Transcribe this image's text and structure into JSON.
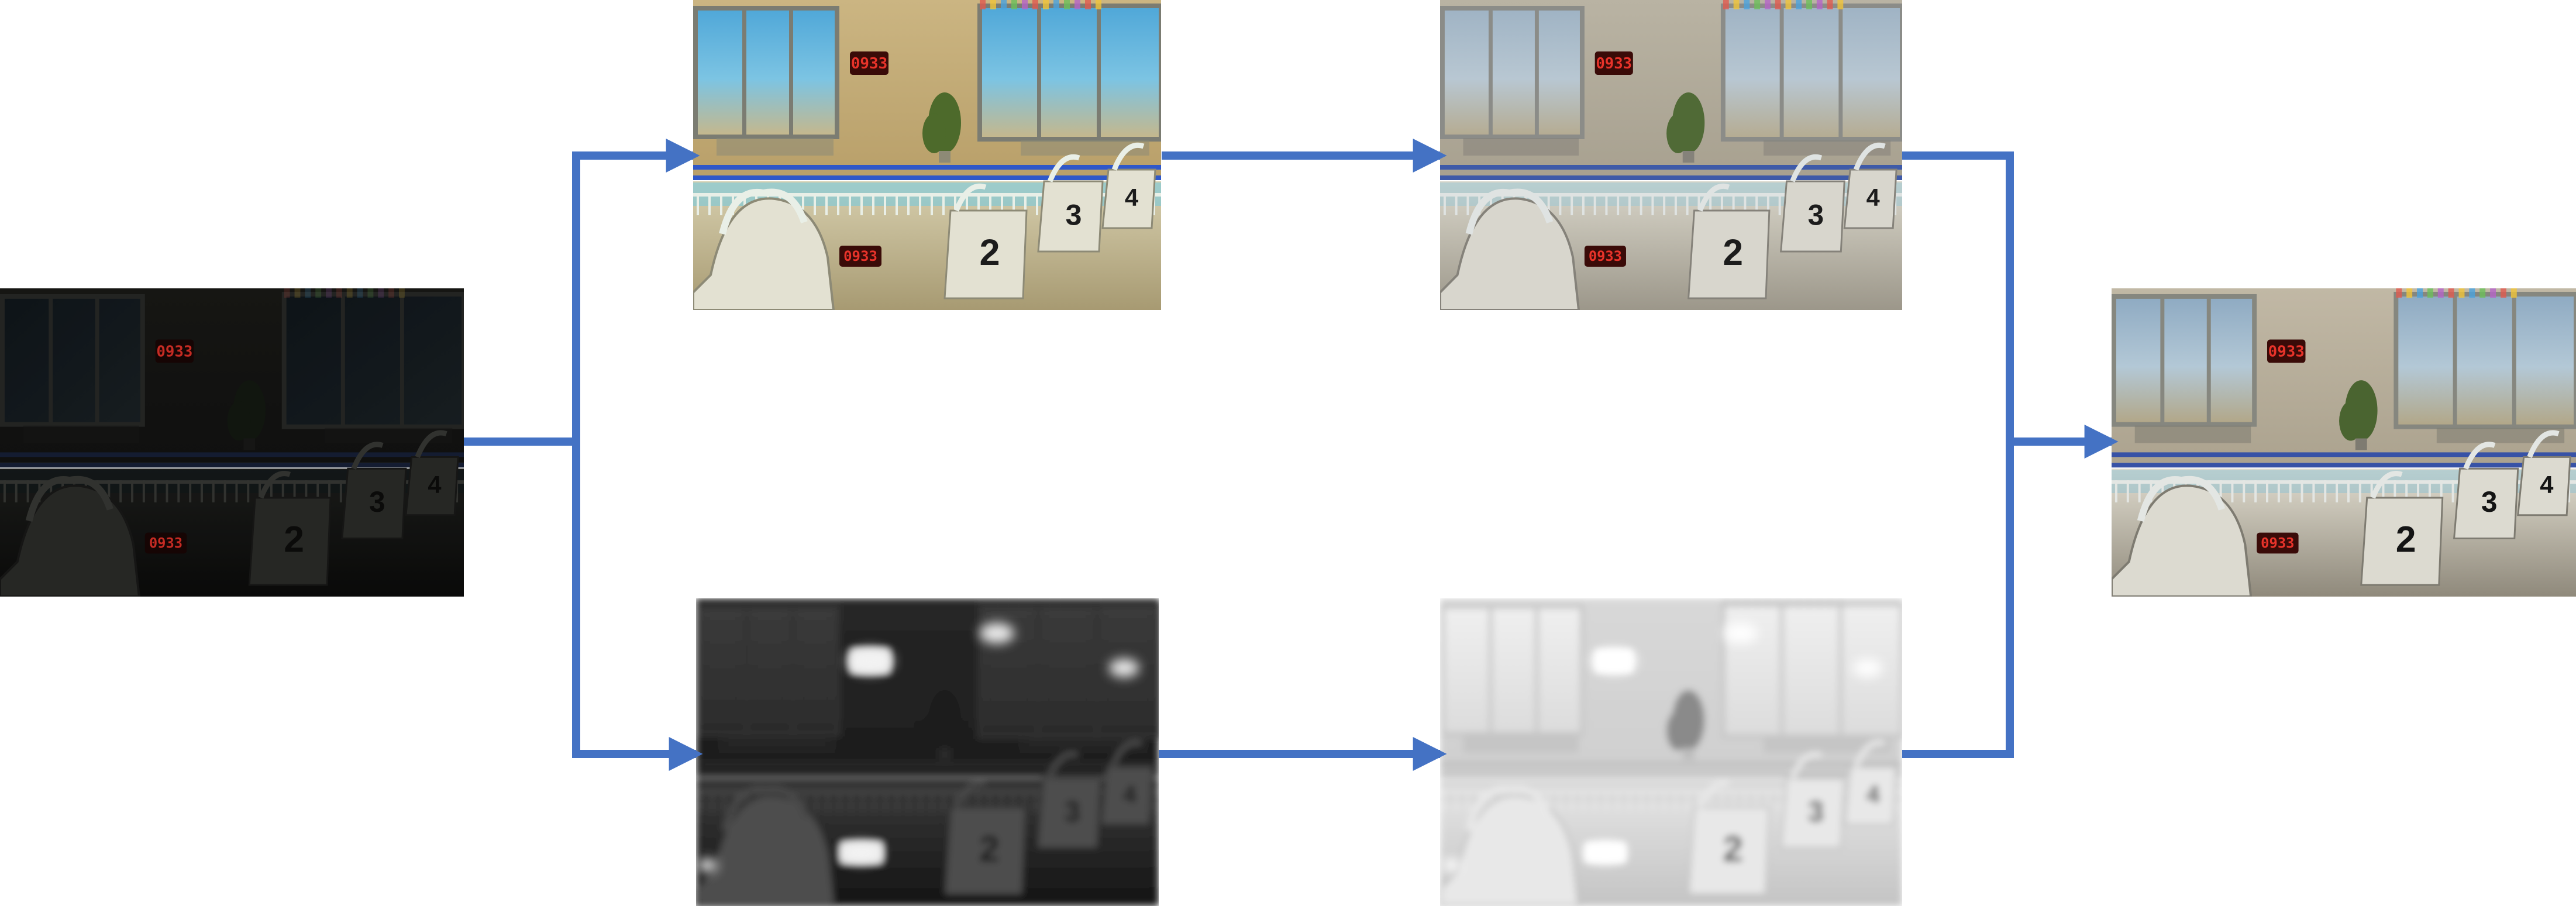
{
  "colors": {
    "arrow": "#4472C4",
    "background": "#FFFFFF",
    "clock_red": "#E8332A",
    "pool_blue": "#8FD3E8"
  },
  "scene": {
    "clock_text": "0933",
    "lane_numbers": [
      "2",
      "3",
      "4"
    ]
  },
  "panels": [
    {
      "id": "input-low-light-image",
      "variant": "dark"
    },
    {
      "id": "color-enhanced-image",
      "variant": "vivid"
    },
    {
      "id": "color-refined-image",
      "variant": "natural"
    },
    {
      "id": "grayscale-illumination-map",
      "variant": "gray-dark"
    },
    {
      "id": "refined-illumination-map",
      "variant": "gray-light"
    },
    {
      "id": "final-enhanced-output",
      "variant": "final"
    }
  ],
  "icons": [
    "arrow-head-icon"
  ]
}
